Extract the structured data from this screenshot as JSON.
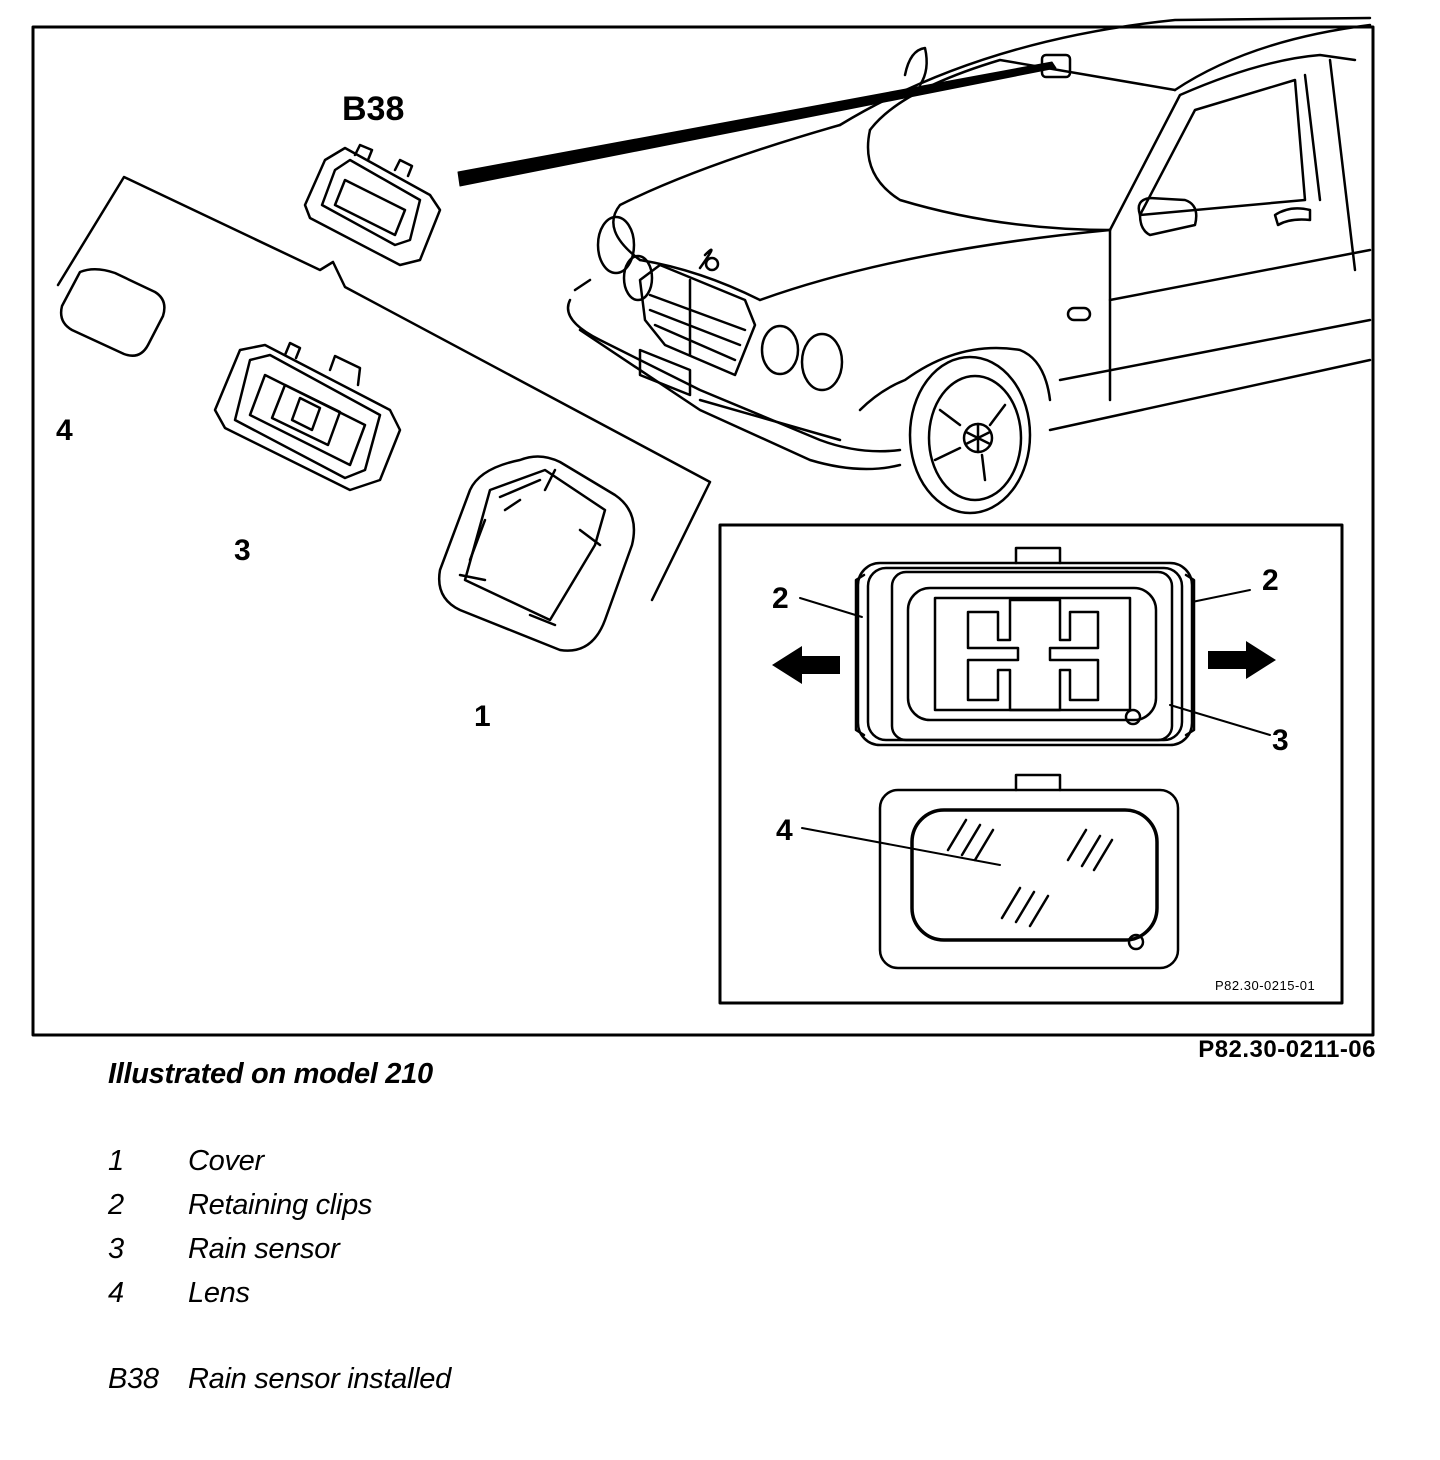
{
  "figure": {
    "callouts": {
      "b38": "B38",
      "cover": "1",
      "clips_left": "2",
      "clips_right": "2",
      "sensor_main": "3",
      "sensor_detail": "3",
      "lens_main": "4",
      "lens_detail": "4"
    },
    "inset_code": "P82.30-0215-01",
    "figure_code": "P82.30-0211-06"
  },
  "caption": "Illustrated on model 210",
  "legend": [
    {
      "num": "1",
      "label": "Cover"
    },
    {
      "num": "2",
      "label": "Retaining clips"
    },
    {
      "num": "3",
      "label": "Rain sensor"
    },
    {
      "num": "4",
      "label": "Lens"
    },
    {
      "num": "B38",
      "label": "Rain sensor installed"
    }
  ],
  "colors": {
    "ink": "#000000",
    "paper": "#ffffff"
  }
}
